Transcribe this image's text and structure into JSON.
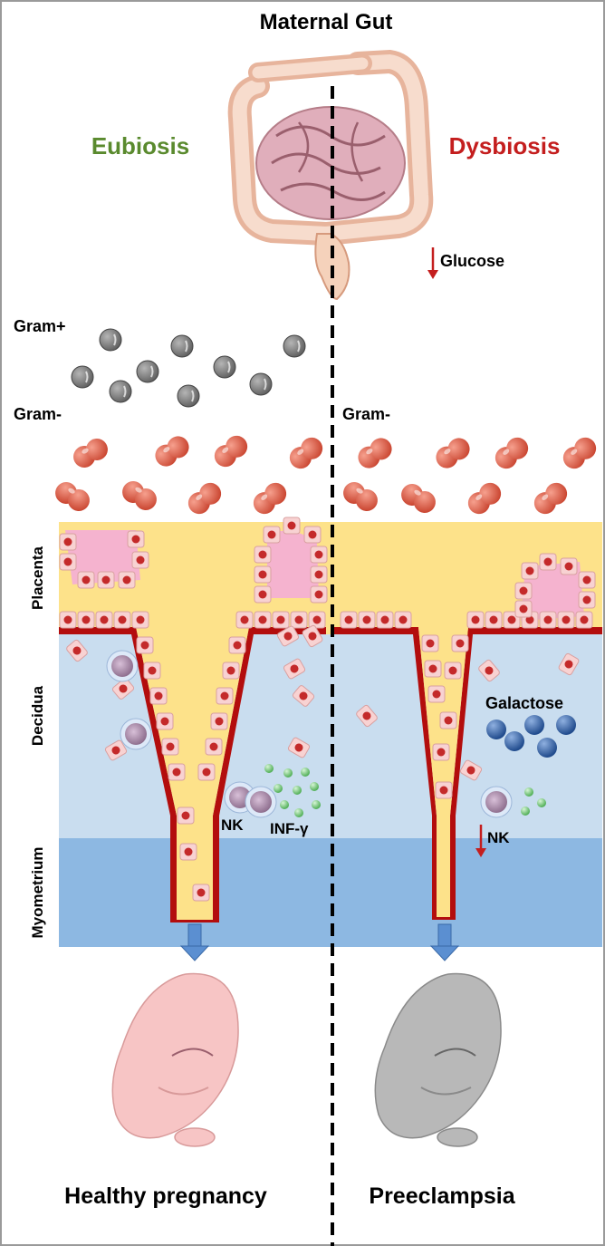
{
  "title": "Maternal Gut",
  "left_state": "Eubiosis",
  "right_state": "Dysbiosis",
  "glucose_label": "Glucose",
  "gram_pos_label": "Gram+",
  "gram_neg_left_label": "Gram-",
  "gram_neg_right_label": "Gram-",
  "layers": {
    "placenta": "Placenta",
    "decidua": "Decidua",
    "myometrium": "Myometrium"
  },
  "left_cells": {
    "nk": "NK",
    "cytokine": "INF-γ"
  },
  "right_cells": {
    "galactose": "Galactose",
    "nk": "NK"
  },
  "outcomes": {
    "left": "Healthy pregnancy",
    "right": "Preeclampsia"
  },
  "colors": {
    "eubiosis": "#5a8a2e",
    "dysbiosis": "#c41e1e",
    "placenta_bg": "#fde28a",
    "decidua_bg": "#c9ddef",
    "myometrium_bg": "#8db8e2",
    "gram_pos": "#7a7a7a",
    "gram_neg": "#e0604a",
    "healthy_embryo": "#f7c5c5",
    "pe_embryo": "#b8b8b8"
  }
}
